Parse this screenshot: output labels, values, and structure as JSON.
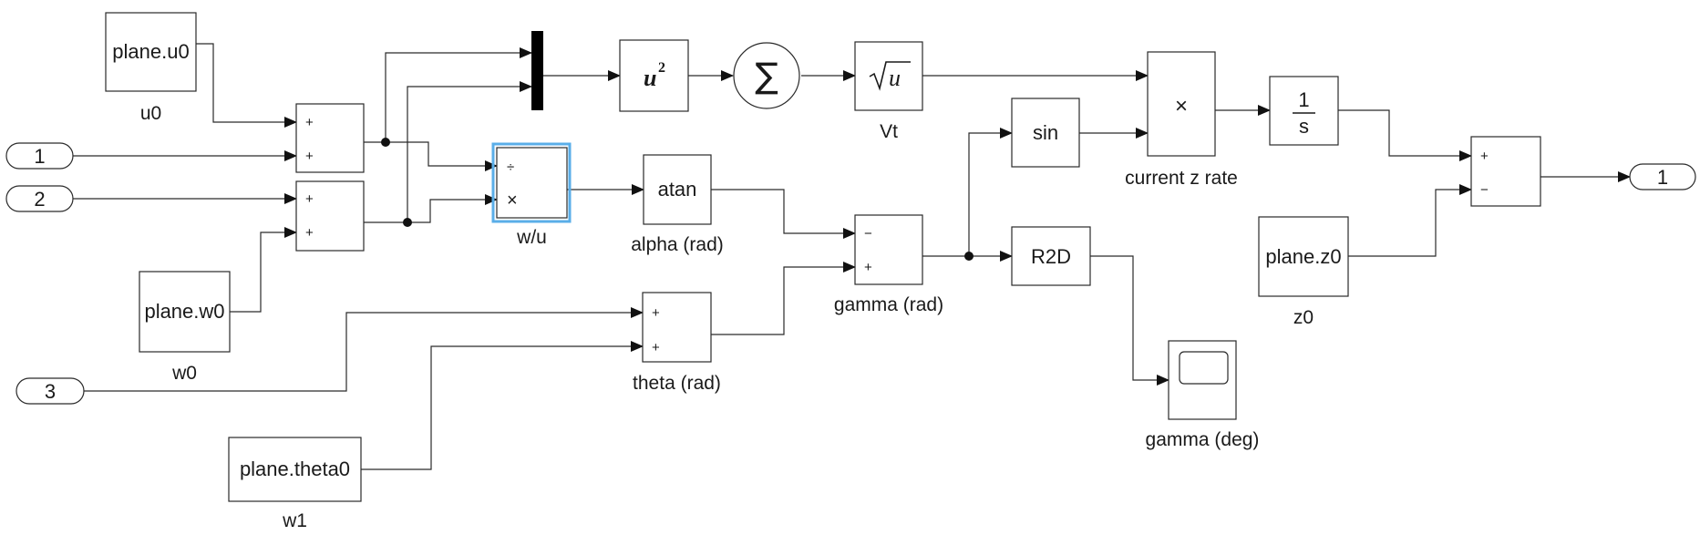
{
  "blocks": {
    "const_u0": {
      "text": "plane.u0",
      "label": "u0"
    },
    "const_w0": {
      "text": "plane.w0",
      "label": "w0"
    },
    "const_theta0": {
      "text": "plane.theta0",
      "label": "w1"
    },
    "const_z0": {
      "text": "plane.z0",
      "label": "z0"
    },
    "inport1": {
      "text": "1"
    },
    "inport2": {
      "text": "2"
    },
    "inport3": {
      "text": "3"
    },
    "outport1": {
      "text": "1"
    },
    "sum_u": {
      "signs": [
        "+",
        "+"
      ]
    },
    "sum_w": {
      "signs": [
        "+",
        "+"
      ]
    },
    "divide": {
      "signs": [
        "÷",
        "×"
      ],
      "label": "w/u"
    },
    "square": {
      "text": "u",
      "exponent": "2"
    },
    "sum_of_elements": {
      "symbol": "∑"
    },
    "sqrt": {
      "text": "u",
      "label": "Vt"
    },
    "atan": {
      "text": "atan",
      "label": "alpha (rad)"
    },
    "theta_sum": {
      "signs": [
        "+",
        "+"
      ],
      "label": "theta (rad)"
    },
    "gamma_sum": {
      "signs": [
        "−",
        "+"
      ],
      "label": "gamma (rad)"
    },
    "sin": {
      "text": "sin"
    },
    "r2d": {
      "text": "R2D"
    },
    "product": {
      "symbol": "×",
      "label": "current z rate"
    },
    "integrator": {
      "numerator": "1",
      "denominator": "s"
    },
    "scope": {
      "label": "gamma (deg)"
    },
    "final_sum": {
      "signs": [
        "+",
        "−"
      ]
    }
  }
}
